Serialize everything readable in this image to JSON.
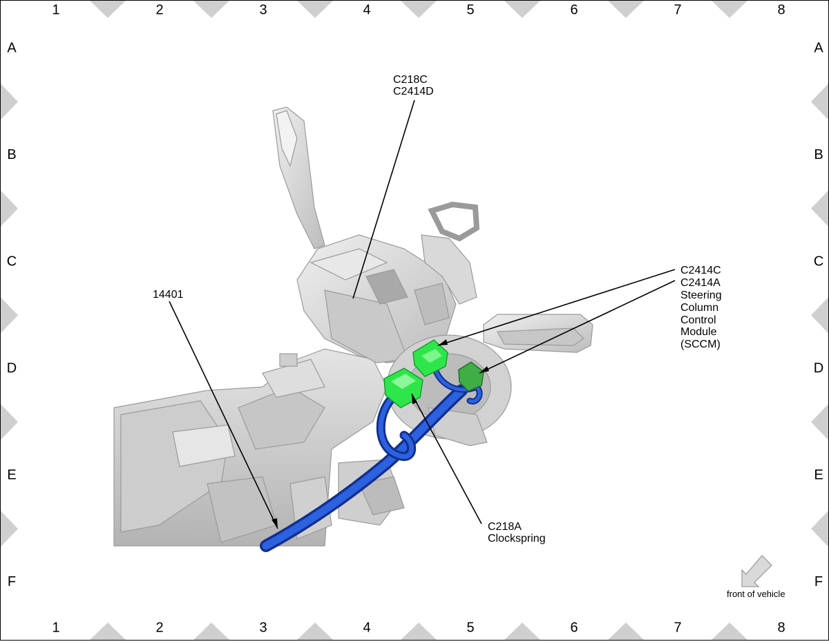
{
  "grid": {
    "columns": [
      "1",
      "2",
      "3",
      "4",
      "5",
      "6",
      "7",
      "8"
    ],
    "rows": [
      "A",
      "B",
      "C",
      "D",
      "E",
      "F"
    ]
  },
  "callouts": {
    "top_connector": [
      "C218C",
      "C2414D"
    ],
    "harness": [
      "14401"
    ],
    "sccm": [
      "C2414C",
      "C2414A",
      "Steering",
      "Column",
      "Control",
      "Module",
      "(SCCM)"
    ],
    "clockspring": [
      "C218A",
      "Clockspring"
    ]
  },
  "orientation": {
    "label": "front of vehicle",
    "icon": "arrow-down-left-icon"
  },
  "colors": {
    "connector_light": "#2ee64a",
    "connector_dark": "#3fae45",
    "harness": "#1f4fcf",
    "component_gray": "#d7d7d7",
    "grid_marker": "#cfcfcf"
  }
}
